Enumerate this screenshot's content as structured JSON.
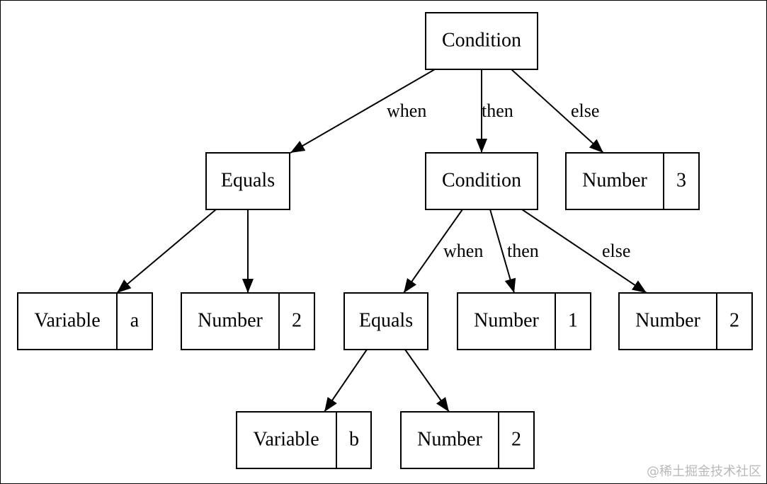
{
  "diagram": {
    "nodes": {
      "root": {
        "label": "Condition"
      },
      "equals1": {
        "label": "Equals"
      },
      "cond2": {
        "label": "Condition"
      },
      "num3": {
        "label": "Number",
        "value": "3"
      },
      "var_a": {
        "label": "Variable",
        "value": "a"
      },
      "num2_a": {
        "label": "Number",
        "value": "2"
      },
      "equals2": {
        "label": "Equals"
      },
      "num1": {
        "label": "Number",
        "value": "1"
      },
      "num2_else": {
        "label": "Number",
        "value": "2"
      },
      "var_b": {
        "label": "Variable",
        "value": "b"
      },
      "num2_b": {
        "label": "Number",
        "value": "2"
      }
    },
    "edges": {
      "root_when": "when",
      "root_then": "then",
      "root_else": "else",
      "cond2_when": "when",
      "cond2_then": "then",
      "cond2_else": "else"
    }
  },
  "watermark": "@稀土掘金技术社区"
}
